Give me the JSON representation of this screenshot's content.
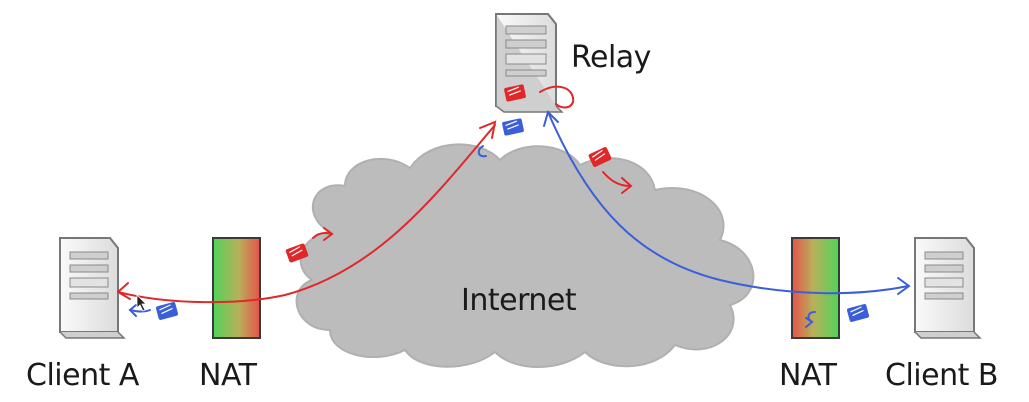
{
  "labels": {
    "relay": "Relay",
    "internet": "Internet",
    "client_a": "Client A",
    "nat_a": "NAT",
    "nat_b": "NAT",
    "client_b": "Client B"
  },
  "colors": {
    "path_a_to_relay": "#e0282a",
    "path_relay_to_b": "#3a5fd8",
    "cloud": "#bdbdbd",
    "nat_green": "#56d65a",
    "nat_red": "#e2554a",
    "server_body": "#f1f1f1"
  },
  "icons": [
    "server-icon",
    "nat-firewall-icon",
    "internet-cloud-icon",
    "packet-icon"
  ]
}
